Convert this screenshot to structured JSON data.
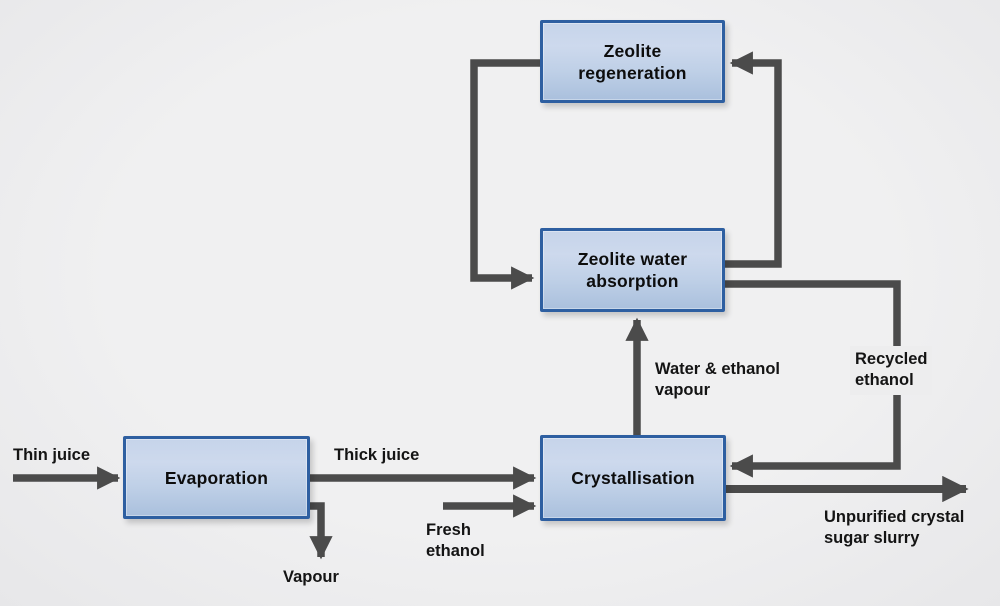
{
  "diagram": {
    "type": "process-flow",
    "nodes": {
      "zeolite_regeneration": {
        "label": "Zeolite\nregeneration"
      },
      "zeolite_water_absorption": {
        "label": "Zeolite water\nabsorption"
      },
      "evaporation": {
        "label": "Evaporation"
      },
      "crystallisation": {
        "label": "Crystallisation"
      }
    },
    "streams": {
      "thin_juice": {
        "label": "Thin juice",
        "from": "external",
        "to": "evaporation"
      },
      "thick_juice": {
        "label": "Thick juice",
        "from": "evaporation",
        "to": "crystallisation"
      },
      "vapour": {
        "label": "Vapour",
        "from": "evaporation",
        "to": "external"
      },
      "fresh_ethanol": {
        "label": "Fresh\nethanol",
        "from": "external",
        "to": "crystallisation"
      },
      "water_ethanol_vapour": {
        "label": "Water & ethanol\nvapour",
        "from": "crystallisation",
        "to": "zeolite_water_absorption"
      },
      "recycled_ethanol": {
        "label": "Recycled\nethanol",
        "from": "zeolite_water_absorption",
        "to": "crystallisation"
      },
      "zeolite_to_regen": {
        "label": "",
        "from": "zeolite_water_absorption",
        "to": "zeolite_regeneration"
      },
      "zeolite_return": {
        "label": "",
        "from": "zeolite_regeneration",
        "to": "zeolite_water_absorption"
      },
      "unpurified_slurry": {
        "label": "Unpurified crystal\nsugar slurry",
        "from": "crystallisation",
        "to": "external"
      }
    },
    "colors": {
      "background": "#ededee",
      "node_border": "#2e5fa1",
      "node_fill_light": "#cdd9ed",
      "node_fill_dark": "#aac0dd",
      "connector": "#4b4b4b",
      "text": "#141414"
    }
  }
}
